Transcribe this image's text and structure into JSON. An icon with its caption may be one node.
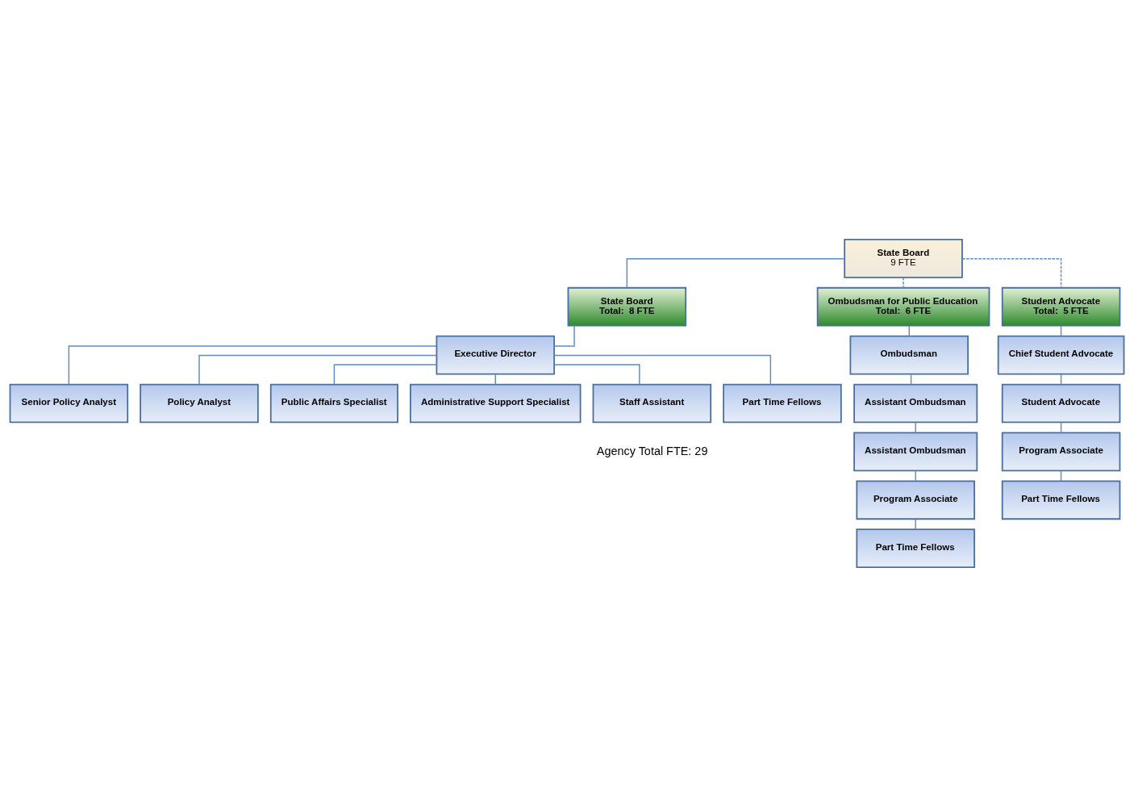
{
  "diagram": {
    "nodes": [
      {
        "text": [
          "State Board",
          "9 FTE"
        ]
      },
      {
        "text": [
          "State Board",
          "Total:  8 FTE"
        ]
      },
      {
        "text": [
          "Executive Director"
        ]
      },
      {
        "text": [
          "Senior Policy Analyst"
        ]
      },
      {
        "text": [
          "Policy Analyst"
        ]
      },
      {
        "text": [
          "Public Affairs Specialist"
        ]
      },
      {
        "text": [
          "Administrative Support Specialist"
        ]
      },
      {
        "text": [
          "Staff Assistant"
        ]
      },
      {
        "text": [
          "Part Time Fellows"
        ]
      },
      {
        "text": [
          "Ombudsman for Public Education",
          "Total:  6 FTE"
        ]
      },
      {
        "text": [
          "Ombudsman"
        ]
      },
      {
        "text": [
          "Assistant Ombudsman"
        ]
      },
      {
        "text": [
          "Assistant Ombudsman"
        ]
      },
      {
        "text": [
          "Program Associate"
        ]
      },
      {
        "text": [
          "Part Time Fellows"
        ]
      },
      {
        "text": [
          "Student Advocate",
          "Total:  5 FTE"
        ]
      },
      {
        "text": [
          "Chief Student Advocate"
        ]
      },
      {
        "text": [
          "Student Advocate"
        ]
      },
      {
        "text": [
          "Program Associate"
        ]
      },
      {
        "text": [
          "Part Time Fellows"
        ]
      }
    ],
    "edges": [
      {
        "from": 0,
        "to": 1,
        "arrow": "none"
      },
      {
        "from": 0,
        "to": 9,
        "arrow": "none",
        "style": "dashed"
      },
      {
        "from": 0,
        "to": 15,
        "arrow": "none",
        "style": "dashed"
      },
      {
        "from": 1,
        "to": 2,
        "arrow": "none"
      },
      {
        "from": 2,
        "to": 3,
        "arrow": "none"
      },
      {
        "from": 2,
        "to": 4,
        "arrow": "none"
      },
      {
        "from": 2,
        "to": 5,
        "arrow": "none"
      },
      {
        "from": 2,
        "to": 6,
        "arrow": "none"
      },
      {
        "from": 2,
        "to": 7,
        "arrow": "none"
      },
      {
        "from": 2,
        "to": 8,
        "arrow": "none"
      },
      {
        "from": 9,
        "to": 10,
        "arrow": "none"
      },
      {
        "from": 10,
        "to": 11,
        "arrow": "none"
      },
      {
        "from": 11,
        "to": 12,
        "arrow": "none"
      },
      {
        "from": 12,
        "to": 13,
        "arrow": "none"
      },
      {
        "from": 13,
        "to": 14,
        "arrow": "none"
      },
      {
        "from": 15,
        "to": 16,
        "arrow": "none"
      },
      {
        "from": 16,
        "to": 17,
        "arrow": "none"
      },
      {
        "from": 17,
        "to": 18,
        "arrow": "none"
      },
      {
        "from": 18,
        "to": 19,
        "arrow": "none"
      }
    ],
    "labels": [
      "Agency Total FTE: 29"
    ]
  }
}
